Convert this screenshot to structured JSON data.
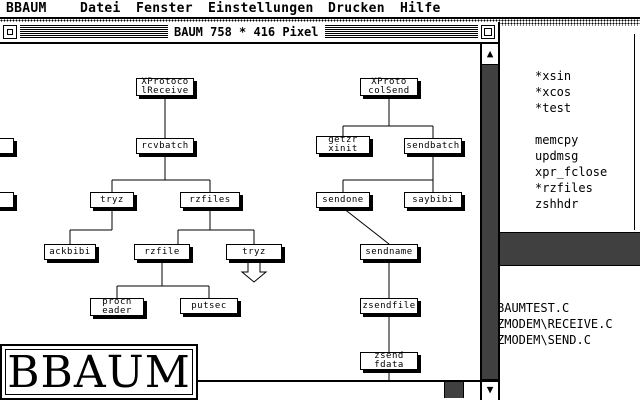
{
  "menubar": {
    "items": [
      "BBAUM",
      "Datei",
      "Fenster",
      "Einstellungen",
      "Drucken",
      "Hilfe"
    ]
  },
  "window": {
    "title": "BAUM 758 * 416 Pixel"
  },
  "tree_nodes": {
    "n1": "XProtoco\nlReceive",
    "n2": "XProto\ncolSend",
    "n3": "rcvbatch",
    "n4": "getzr\nxinit",
    "n5": "sendbatch",
    "n6": "tryz",
    "n7": "rzfiles",
    "n8": "sendone",
    "n9": "saybibi",
    "n10": "ackbibi",
    "n11": "rzfile",
    "n12": "tryz",
    "n13": "sendname",
    "n14": "procn\neader",
    "n15": "putsec",
    "n16": "zsendfile",
    "n17": "zsend\nfdata"
  },
  "function_list": [
    "*xsin",
    "*xcos",
    "*test",
    "",
    "memcpy",
    "updmsg",
    "xpr_fclose",
    "*rzfiles",
    "zshhdr"
  ],
  "file_list": [
    "BAUMTEST.C",
    "ZMODEM\\RECEIVE.C",
    "ZMODEM\\SEND.C"
  ],
  "logo": {
    "text": "BBAUM"
  },
  "icons": {
    "close": "close-box-icon",
    "full": "full-box-icon",
    "up": "▲",
    "down": "▼"
  }
}
